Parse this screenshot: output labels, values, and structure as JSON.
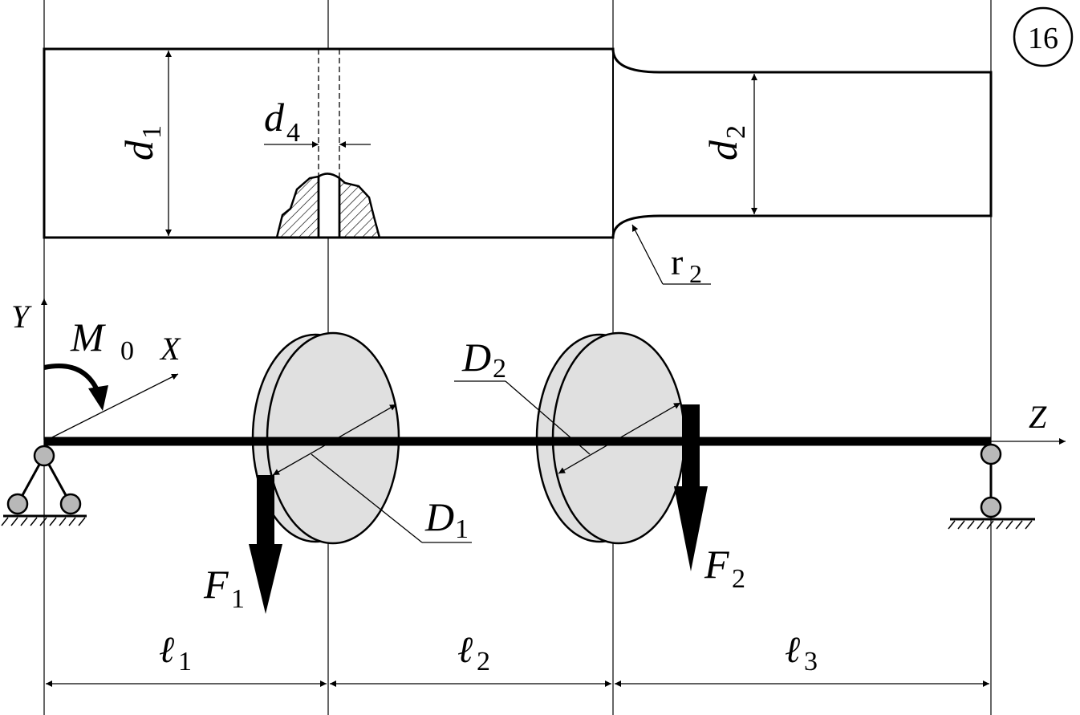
{
  "badge": "16",
  "shaft": {
    "d1": {
      "sym": "d",
      "sub": "1"
    },
    "d2": {
      "sym": "d",
      "sub": "2"
    },
    "d4": {
      "sym": "d",
      "sub": "4"
    },
    "r2": {
      "sym": "r",
      "sub": "2"
    }
  },
  "scheme": {
    "axis_y": "Y",
    "axis_x": "X",
    "axis_z": "Z",
    "moment": {
      "sym": "M",
      "sub": "0"
    },
    "disk1": {
      "sym": "D",
      "sub": "1"
    },
    "disk2": {
      "sym": "D",
      "sub": "2"
    },
    "force1": {
      "sym": "F",
      "sub": "1"
    },
    "force2": {
      "sym": "F",
      "sub": "2"
    }
  },
  "spans": [
    {
      "sym": "ℓ",
      "sub": "1"
    },
    {
      "sym": "ℓ",
      "sub": "2"
    },
    {
      "sym": "ℓ",
      "sub": "3"
    }
  ],
  "colors": {
    "ink": "#000000",
    "disk_fill": "#e0e0e0",
    "support_fill": "#b8b8b8"
  }
}
